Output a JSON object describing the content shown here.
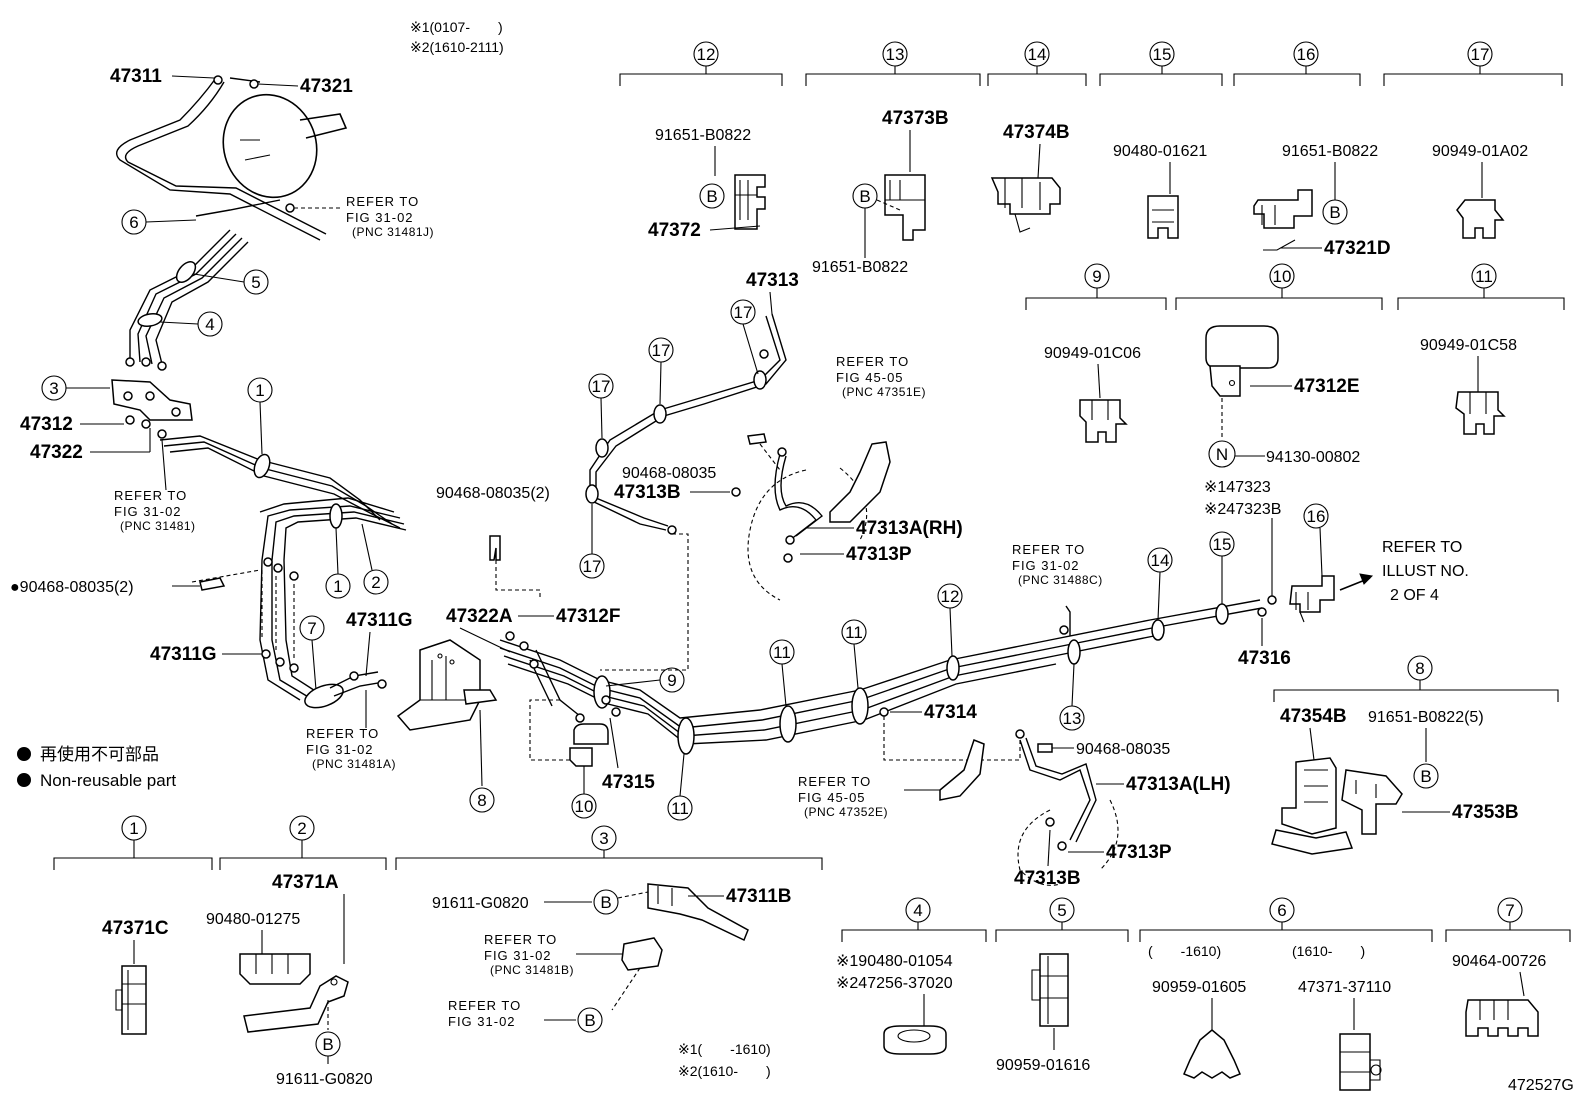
{
  "top_notes": [
    "※1(0107-　　)",
    "※2(1610-2111)"
  ],
  "legend": {
    "jp": "再使用不可部品",
    "en": "Non-reusable part"
  },
  "figure_code": "472527G",
  "bracket_groups": {
    "g12": {
      "num": "12",
      "parts": [
        "91651-B0822",
        "47372"
      ],
      "marker": "B"
    },
    "g13": {
      "num": "13",
      "parts": [
        "47373B",
        "91651-B0822"
      ],
      "marker": "B"
    },
    "g14": {
      "num": "14",
      "parts": [
        "47374B"
      ]
    },
    "g15": {
      "num": "15",
      "parts": [
        "90480-01621"
      ]
    },
    "g16": {
      "num": "16",
      "parts": [
        "91651-B0822",
        "47321D"
      ],
      "marker": "B"
    },
    "g17": {
      "num": "17",
      "parts": [
        "90949-01A02"
      ]
    },
    "g9": {
      "num": "9",
      "parts": [
        "90949-01C06"
      ]
    },
    "g10": {
      "num": "10",
      "parts": [
        "47312E",
        "94130-00802"
      ],
      "marker": "N"
    },
    "g11": {
      "num": "11",
      "parts": [
        "90949-01C58"
      ]
    },
    "g8": {
      "num": "8",
      "parts": [
        "47354B",
        "91651-B0822(5)",
        "47353B"
      ],
      "marker": "B"
    },
    "g1": {
      "num": "1",
      "parts": [
        "47371C"
      ]
    },
    "g2": {
      "num": "2",
      "parts": [
        "47371A",
        "90480-01275",
        "91611-G0820"
      ],
      "marker": "B"
    },
    "g3": {
      "num": "3",
      "parts": [
        "91611-G0820",
        "47311B"
      ],
      "marker": "B",
      "notes": [
        "※1(　　-1610)",
        "※2(1610-　　)"
      ]
    },
    "g4": {
      "num": "4",
      "parts": [
        "※190480-01054",
        "※247256-37020"
      ]
    },
    "g5": {
      "num": "5",
      "parts": [
        "90959-01616"
      ]
    },
    "g6": {
      "num": "6",
      "ranges": [
        "(　　-1610)",
        "(1610-　　)"
      ],
      "parts": [
        "90959-01605",
        "47371-37110"
      ]
    },
    "g7": {
      "num": "7",
      "parts": [
        "90464-00726"
      ]
    }
  },
  "main_labels": {
    "p47311": "47311",
    "p47321": "47321",
    "p47312": "47312",
    "p47322": "47322",
    "p90468_left": "●90468-08035(2)",
    "p47311G_a": "47311G",
    "p47311G_b": "47311G",
    "p47313": "47313",
    "p90468_2": "90468-08035(2)",
    "p90468_b": "90468-08035",
    "p47313B": "47313B",
    "p47313A_RH": "47313A(RH)",
    "p47313P": "47313P",
    "p47322A": "47322A",
    "p47312F": "47312F",
    "p47315": "47315",
    "p47314": "47314",
    "p47323": "※147323",
    "p47323B": "※247323B",
    "p47316": "47316",
    "p90468_lh": "90468-08035",
    "p47313A_LH": "47313A(LH)",
    "p47313P_lh": "47313P",
    "p47313B_lh": "47313B"
  },
  "refers": {
    "r1": {
      "line1": "REFER TO",
      "line2": "FIG 31-02",
      "line3": "(PNC 31481J)"
    },
    "r2": {
      "line1": "REFER TO",
      "line2": "FIG 31-02",
      "line3": "(PNC 31481)"
    },
    "r3": {
      "line1": "REFER TO",
      "line2": "FIG 31-02",
      "line3": "(PNC 31481A)"
    },
    "r4": {
      "line1": "REFER TO",
      "line2": "FIG 45-05",
      "line3": "(PNC 47351E)"
    },
    "r5": {
      "line1": "REFER TO",
      "line2": "FIG 31-02",
      "line3": "(PNC 31488C)"
    },
    "r6": {
      "line1": "REFER TO",
      "line2": "FIG 45-05",
      "line3": "(PNC 47352E)"
    },
    "r7": {
      "line1": "REFER TO",
      "line2": "FIG 31-02",
      "line3": "(PNC 31481B)"
    },
    "r8": {
      "line1": "REFER TO",
      "line2": "FIG 31-02"
    },
    "illust": {
      "line1": "REFER TO",
      "line2": "ILLUST NO.",
      "line3": "2  OF 4"
    }
  },
  "callouts": [
    "1",
    "2",
    "3",
    "4",
    "5",
    "6",
    "7",
    "8",
    "9",
    "10",
    "11",
    "12",
    "13",
    "14",
    "15",
    "16",
    "17"
  ]
}
